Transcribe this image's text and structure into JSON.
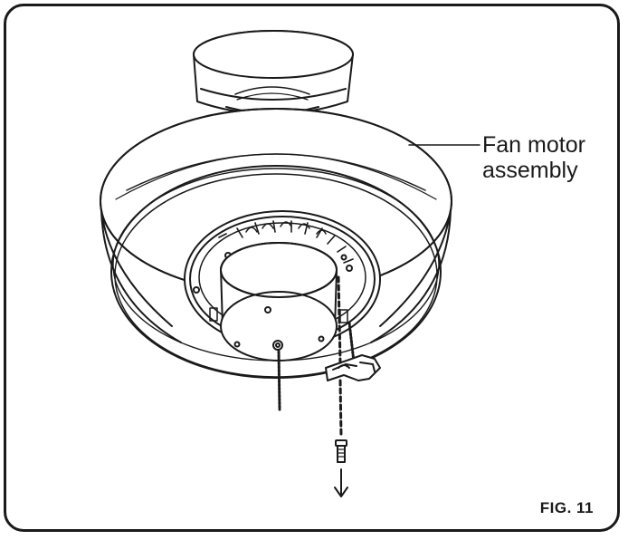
{
  "figure": {
    "label": "FIG. 11",
    "callouts": [
      {
        "lines": [
          "Fan motor",
          "assembly"
        ]
      }
    ]
  },
  "colors": {
    "ink": "#1a1a1a",
    "background": "#ffffff"
  }
}
